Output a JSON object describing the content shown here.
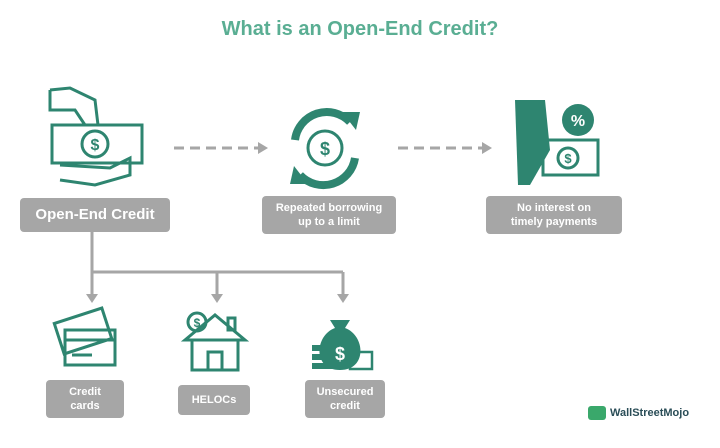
{
  "title": "What is an Open-End Credit?",
  "nodes": {
    "main": "Open-End Credit",
    "repeat": "Repeated borrowing up to a limit",
    "interest": "No interest on timely payments",
    "cards": "Credit cards",
    "helocs": "HELOCs",
    "unsecured": "Unsecured credit"
  },
  "logo": {
    "text": "WallStreetMojo"
  },
  "colors": {
    "icon": "#2e8570",
    "title": "#5aae93",
    "box": "#a6a6a6",
    "arrow": "#a6a6a6"
  }
}
